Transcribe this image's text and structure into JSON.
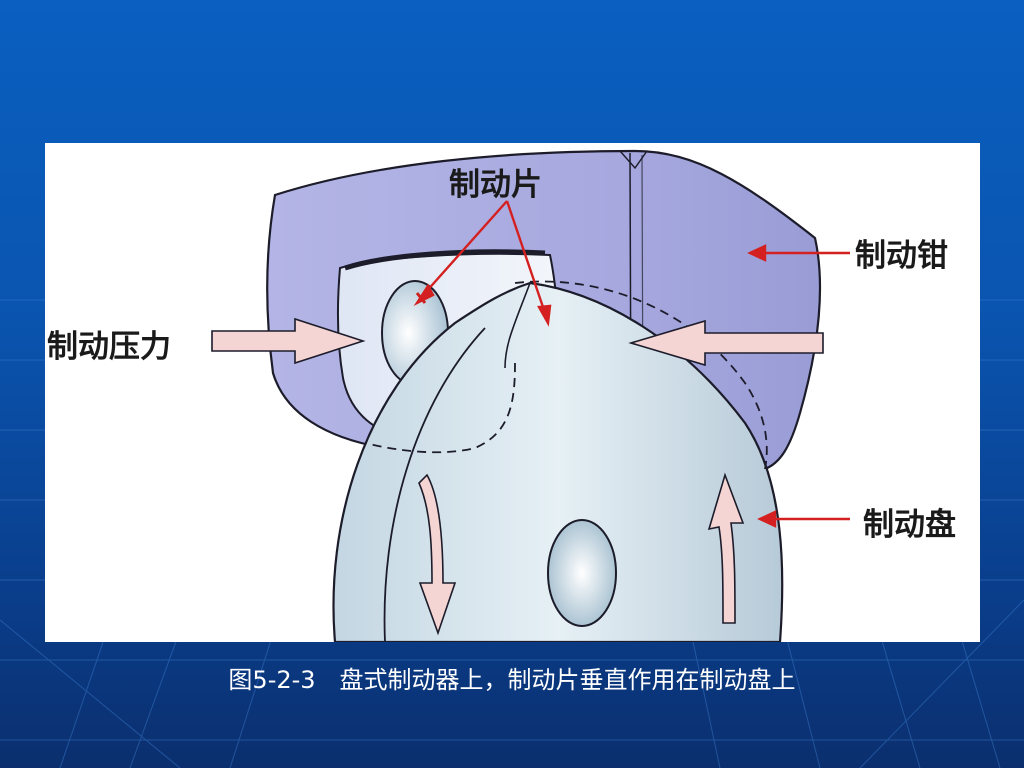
{
  "figure": {
    "labels": {
      "brake_pad": "制动片",
      "brake_caliper": "制动钳",
      "brake_pressure": "制动压力",
      "brake_disc": "制动盘"
    },
    "caption": "图5-2-3　盘式制动器上，制动片垂直作用在制动盘上"
  },
  "colors": {
    "background": "#0a55b0",
    "caliper": "#a9abe0",
    "disc": "#c9dde8",
    "pointer_arrow": "#d42020",
    "pressure_arrow": "#f5d4d4"
  }
}
